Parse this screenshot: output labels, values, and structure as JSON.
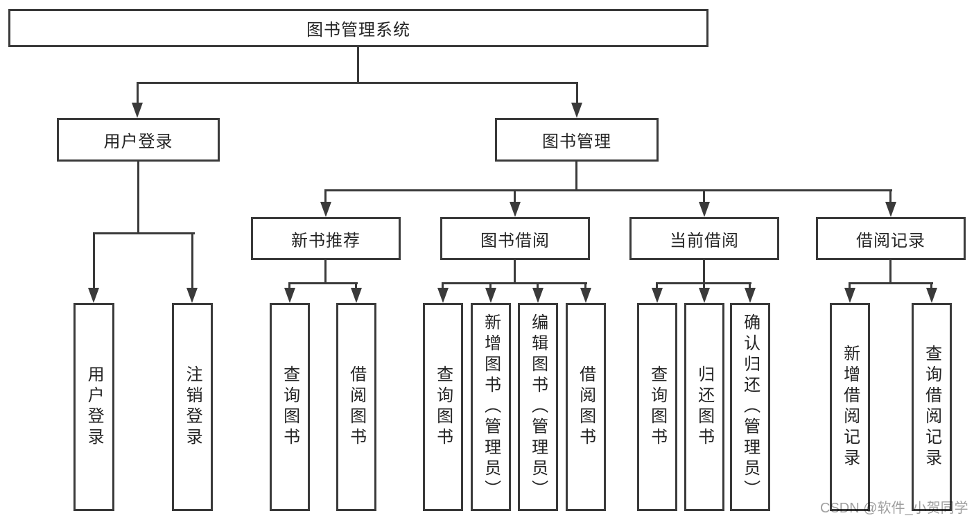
{
  "diagram": {
    "root": {
      "label": "图书管理系统"
    },
    "level2": [
      {
        "label": "用户登录"
      },
      {
        "label": "图书管理"
      }
    ],
    "level3": [
      {
        "label": "新书推荐"
      },
      {
        "label": "图书借阅"
      },
      {
        "label": "当前借阅"
      },
      {
        "label": "借阅记录"
      }
    ],
    "leaves": {
      "user_login": [
        {
          "label": "用户登录"
        },
        {
          "label": "注销登录"
        }
      ],
      "new_book": [
        {
          "label": "查询图书"
        },
        {
          "label": "借阅图书"
        }
      ],
      "book_borrow": [
        {
          "label": "查询图书"
        },
        {
          "label": "新增图书（管理员）"
        },
        {
          "label": "编辑图书（管理员）"
        },
        {
          "label": "借阅图书"
        }
      ],
      "current_borrow": [
        {
          "label": "查询图书"
        },
        {
          "label": "归还图书"
        },
        {
          "label": "确认归还（管理员）"
        }
      ],
      "borrow_record": [
        {
          "label": "新增借阅记录"
        },
        {
          "label": "查询借阅记录"
        }
      ]
    },
    "watermark": "CSDN @软件_小贺同学",
    "colors": {
      "border": "#3a3a3a",
      "text": "#242424",
      "background": "#ffffff",
      "watermark": "#9f9f9f"
    }
  }
}
